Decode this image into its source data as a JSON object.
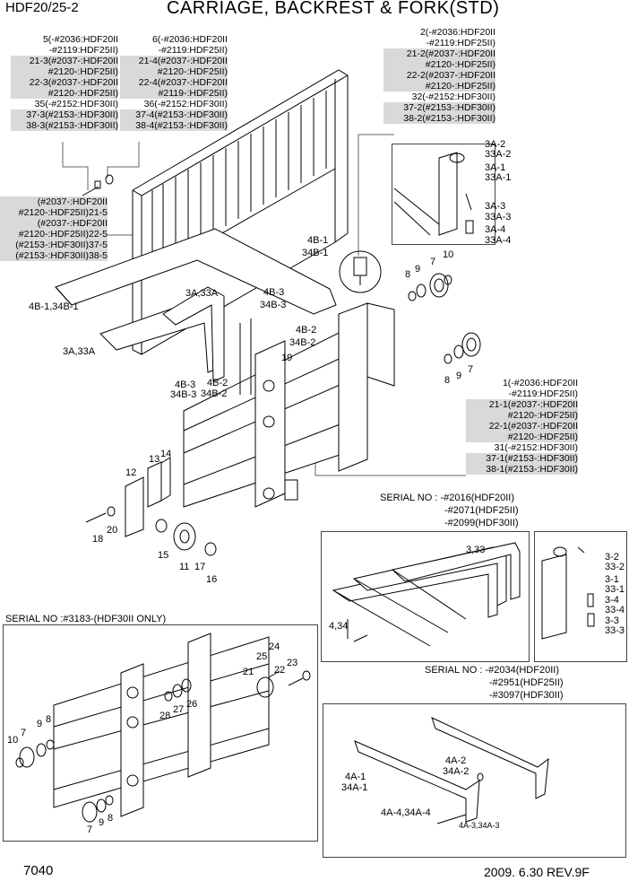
{
  "header": {
    "model": "HDF20/25-2",
    "title": "CARRIAGE, BACKREST & FORK(STD)"
  },
  "footer": {
    "page": "7040",
    "revision": "2009. 6.30 REV.9F"
  },
  "callouts": {
    "c5": [
      {
        "text": "5(-#2036:HDF20II",
        "hl": false
      },
      {
        "text": "-#2119:HDF25II)",
        "hl": false
      },
      {
        "text": "21-3(#2037-:HDF20II",
        "hl": true
      },
      {
        "text": "#2120-:HDF25II)",
        "hl": true
      },
      {
        "text": "22-3(#2037-:HDF20II",
        "hl": true
      },
      {
        "text": "#2120-:HDF25II)",
        "hl": true
      },
      {
        "text": "35(-#2152:HDF30II)",
        "hl": false
      },
      {
        "text": "37-3(#2153-:HDF30II)",
        "hl": true
      },
      {
        "text": "38-3(#2153-:HDF30II)",
        "hl": true
      }
    ],
    "c6": [
      {
        "text": "6(-#2036:HDF20II",
        "hl": false
      },
      {
        "text": "-#2119:HDF25II)",
        "hl": false
      },
      {
        "text": "21-4(#2037-:HDF20II",
        "hl": true
      },
      {
        "text": "#2120-:HDF25II)",
        "hl": true
      },
      {
        "text": "22-4(#2037-:HDF20II",
        "hl": true
      },
      {
        "text": "#2119-:HDF25II)",
        "hl": true
      },
      {
        "text": "36(-#2152:HDF30II)",
        "hl": false
      },
      {
        "text": "37-4(#2153-:HDF30II)",
        "hl": true
      },
      {
        "text": "38-4(#2153-:HDF30II)",
        "hl": true
      }
    ],
    "c2": [
      {
        "text": "2(-#2036:HDF20II",
        "hl": false
      },
      {
        "text": "-#2119:HDF25II)",
        "hl": false
      },
      {
        "text": "21-2(#2037-:HDF20II",
        "hl": true
      },
      {
        "text": "#2120-:HDF25II)",
        "hl": true
      },
      {
        "text": "22-2(#2037-:HDF20II",
        "hl": true
      },
      {
        "text": "#2120-:HDF25II)",
        "hl": true
      },
      {
        "text": "32(-#2152:HDF30II)",
        "hl": false
      },
      {
        "text": "37-2(#2153-:HDF30II)",
        "hl": true
      },
      {
        "text": "38-2(#2153-:HDF30II)",
        "hl": true
      }
    ],
    "cleft": [
      {
        "text": "(#2037-:HDF20II",
        "hl": true
      },
      {
        "text": "#2120-:HDF25II)21-5",
        "hl": true
      },
      {
        "text": "(#2037-:HDF20II",
        "hl": true
      },
      {
        "text": "#2120-:HDF25II)22-5",
        "hl": true
      },
      {
        "text": "(#2153-:HDF30II)37-5",
        "hl": true
      },
      {
        "text": "(#2153-:HDF30II)38-5",
        "hl": true
      }
    ],
    "c1": [
      {
        "text": "1(-#2036:HDF20II",
        "hl": false
      },
      {
        "text": "-#2119:HDF25II)",
        "hl": false
      },
      {
        "text": "21-1(#2037-:HDF20II",
        "hl": true
      },
      {
        "text": "#2120-:HDF25II)",
        "hl": true
      },
      {
        "text": "22-1(#2037-:HDF20II",
        "hl": true
      },
      {
        "text": "#2120-:HDF25II)",
        "hl": true
      },
      {
        "text": "31(-#2152:HDF30II)",
        "hl": false
      },
      {
        "text": "37-1(#2153-:HDF30II)",
        "hl": true
      },
      {
        "text": "38-1(#2153-:HDF30II)",
        "hl": true
      }
    ]
  },
  "serials": {
    "s1": [
      "SERIAL NO : -#2016(HDF20II)",
      "-#2071(HDF25II)",
      "-#2099(HDF30II)"
    ],
    "s2": [
      "SERIAL NO : -#2034(HDF20II)",
      "-#2951(HDF25II)",
      "-#3097(HDF30II)"
    ],
    "s3": "SERIAL NO :#3183-(HDF30II ONLY)"
  },
  "labels": {
    "l4b1": "4B-1",
    "l34b1": "34B-1",
    "l4b1_34b1": "4B-1,34B-1",
    "l3a33a_top": "3A,33A",
    "l3a33a_left": "3A,33A",
    "l4b3a": "4B-3",
    "l34b3a": "34B-3",
    "l4b2a": "4B-2",
    "l34b2a": "34B-2",
    "l4b3b": "4B-3",
    "l34b3b": "34B-3",
    "l4b2b": "4B-2",
    "l34b2b": "34B-2",
    "l19": "19",
    "l8a": "8",
    "l9a": "9",
    "l7a": "7",
    "l10a": "10",
    "l8b": "8",
    "l9b": "9",
    "l7b": "7",
    "l3a2": "3A-2",
    "l33a2": "33A-2",
    "l3a1": "3A-1",
    "l33a1": "33A-1",
    "l3a3": "3A-3",
    "l33a3": "33A-3",
    "l3a4": "3A-4",
    "l33a4": "33A-4",
    "l12": "12",
    "l13": "13",
    "l14": "14",
    "l18": "18",
    "l20": "20",
    "l15": "15",
    "l11": "11",
    "l17": "17",
    "l16": "16",
    "l3_33": "3,33",
    "l4_34": "4,34",
    "l3_2": "3-2",
    "l33_2": "33-2",
    "l3_1": "3-1",
    "l33_1": "33-1",
    "l3_4": "3-4",
    "l33_4": "33-4",
    "l3_3": "3-3",
    "l33_3": "33-3",
    "l24": "24",
    "l25": "25",
    "l23": "23",
    "l22": "22",
    "l21": "21",
    "l28": "28",
    "l27": "27",
    "l26": "26",
    "l10c": "10",
    "l7c": "7",
    "l9c": "9",
    "l8c": "8",
    "l7d": "7",
    "l9d": "9",
    "l8d": "8",
    "l4a2": "4A-2",
    "l34a2": "34A-2",
    "l4a1": "4A-1",
    "l34a1": "34A-1",
    "l4a4": "4A-4,34A-4",
    "l4a3": "4A-3,34A-3"
  }
}
